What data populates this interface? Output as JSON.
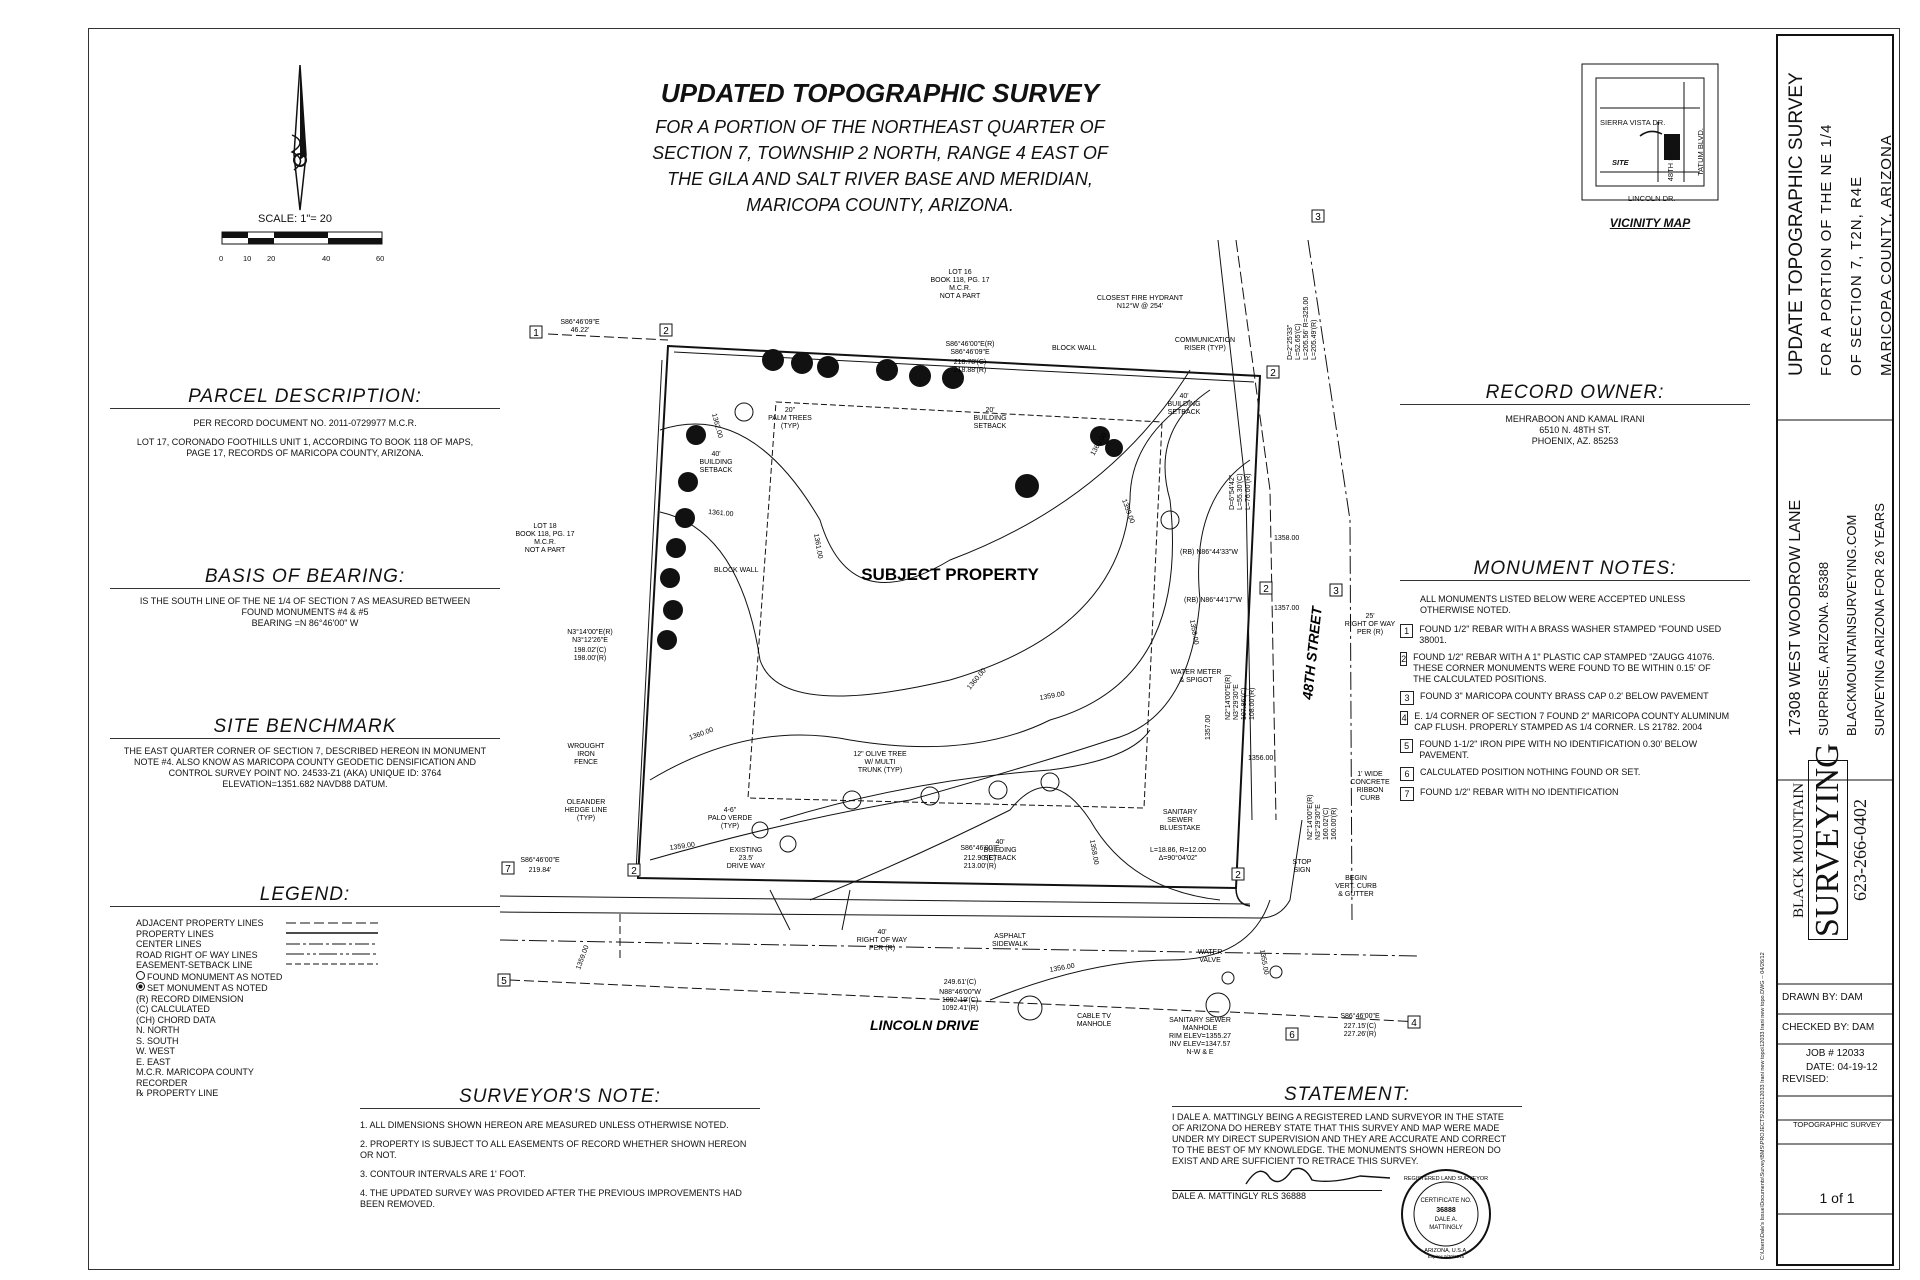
{
  "title": {
    "main": "UPDATED TOPOGRAPHIC SURVEY",
    "lines": [
      "FOR A PORTION OF THE NORTHEAST QUARTER OF",
      "SECTION 7, TOWNSHIP 2 NORTH, RANGE 4 EAST OF",
      "THE GILA AND SALT RIVER BASE AND MERIDIAN,",
      "MARICOPA COUNTY, ARIZONA."
    ]
  },
  "scale": {
    "label": "SCALE: 1\"= 20",
    "ticks": [
      "0",
      "10",
      "20",
      "40",
      "60"
    ]
  },
  "vicinity_map": {
    "caption": "VICINITY MAP",
    "labels": [
      "SIERRA VISTA DR.",
      "SITE",
      "LINCOLN DR.",
      "TATUM BLVD.",
      "48TH ST."
    ]
  },
  "parcel_description": {
    "heading": "PARCEL DESCRIPTION:",
    "lines": [
      "PER RECORD DOCUMENT NO. 2011-0729977 M.C.R.",
      "LOT 17, CORONADO FOOTHILLS UNIT 1, ACCORDING TO BOOK 118 OF MAPS,",
      "PAGE 17, RECORDS OF MARICOPA COUNTY, ARIZONA."
    ]
  },
  "basis_of_bearing": {
    "heading": "BASIS OF BEARING:",
    "lines": [
      "IS THE SOUTH LINE OF THE NE 1/4 OF SECTION 7 AS MEASURED BETWEEN",
      "FOUND MONUMENTS #4 & #5",
      "BEARING =N 86°46'00\" W"
    ]
  },
  "site_benchmark": {
    "heading": "SITE BENCHMARK",
    "lines": [
      "THE EAST QUARTER CORNER OF SECTION 7, DESCRIBED HEREON IN MONUMENT",
      "NOTE #4. ALSO KNOW AS MARICOPA COUNTY GEODETIC DENSIFICATION AND",
      "CONTROL SURVEY POINT NO. 24533-Z1 (AKA) UNIQUE ID: 3764",
      "ELEVATION=1351.682 NAVD88 DATUM."
    ]
  },
  "legend": {
    "heading": "LEGEND:",
    "items": [
      "ADJACENT PROPERTY LINES",
      "PROPERTY LINES",
      "CENTER LINES",
      "ROAD RIGHT OF WAY LINES",
      "EASEMENT-SETBACK LINE",
      "FOUND MONUMENT AS NOTED",
      "SET MONUMENT AS NOTED",
      "(R)   RECORD DIMENSION",
      "(C)   CALCULATED",
      "(CH) CHORD DATA",
      "N.     NORTH",
      "S.     SOUTH",
      "W.    WEST",
      "E.     EAST",
      "M.C.R.  MARICOPA COUNTY RECORDER",
      "℞     PROPERTY LINE"
    ]
  },
  "record_owner": {
    "heading": "RECORD OWNER:",
    "lines": [
      "MEHRABOON AND KAMAL IRANI",
      "6510 N. 48TH ST.",
      "PHOENIX, AZ. 85253"
    ]
  },
  "monument_notes": {
    "heading": "MONUMENT NOTES:",
    "intro": "ALL MONUMENTS LISTED BELOW WERE ACCEPTED UNLESS OTHERWISE NOTED.",
    "items": [
      {
        "num": "1",
        "text": "FOUND 1/2\" REBAR WITH A BRASS WASHER STAMPED \"FOUND USED 38001."
      },
      {
        "num": "2",
        "text": "FOUND 1/2\" REBAR WITH A 1\" PLASTIC CAP STAMPED \"ZAUGG 41076. THESE CORNER MONUMENTS WERE FOUND TO BE WITHIN 0.15' OF THE CALCULATED POSITIONS."
      },
      {
        "num": "3",
        "text": "FOUND 3\" MARICOPA COUNTY BRASS CAP 0.2' BELOW PAVEMENT"
      },
      {
        "num": "4",
        "text": "E. 1/4  CORNER OF SECTION 7 FOUND 2\" MARICOPA COUNTY ALUMINUM CAP FLUSH. PROPERLY STAMPED AS 1/4 CORNER. LS 21782. 2004"
      },
      {
        "num": "5",
        "text": "FOUND 1-1/2\" IRON PIPE WITH NO IDENTIFICATION 0.30' BELOW PAVEMENT."
      },
      {
        "num": "6",
        "text": "CALCULATED POSITION NOTHING FOUND OR SET."
      },
      {
        "num": "7",
        "text": "FOUND 1/2\" REBAR WITH NO IDENTIFICATION"
      }
    ]
  },
  "surveyors_note": {
    "heading": "SURVEYOR'S NOTE:",
    "items": [
      "1. ALL DIMENSIONS SHOWN HEREON ARE MEASURED UNLESS OTHERWISE NOTED.",
      "2. PROPERTY IS SUBJECT TO ALL EASEMENTS OF RECORD WHETHER SHOWN HEREON OR NOT.",
      "3. CONTOUR INTERVALS ARE 1' FOOT.",
      "4. THE UPDATED SURVEY WAS PROVIDED AFTER THE PREVIOUS IMPROVEMENTS HAD BEEN REMOVED."
    ]
  },
  "statement": {
    "heading": "STATEMENT:",
    "text": "I DALE A. MATTINGLY BEING A REGISTERED LAND SURVEYOR IN THE STATE OF ARIZONA DO HEREBY STATE THAT THIS SURVEY AND MAP WERE MADE UNDER MY DIRECT SUPERVISION AND THEY ARE ACCURATE AND CORRECT TO THE BEST OF MY KNOWLEDGE. THE MONUMENTS SHOWN HEREON DO EXIST AND ARE SUFFICIENT TO RETRACE THIS SURVEY.",
    "signer": "DALE A. MATTINGLY RLS 36888",
    "seal": [
      "REGISTERED LAND SURVEYOR",
      "CERTIFICATE NO.",
      "36888",
      "DALE A.",
      "MATTINGLY",
      "ARIZONA, U.S.A.",
      "Expires 9/30/2015"
    ]
  },
  "plan": {
    "subject": "SUBJECT PROPERTY",
    "street_east": "48TH STREET",
    "street_south": "LINCOLN DRIVE",
    "labels": {
      "lot16": [
        "LOT 16",
        "BOOK 118, PG. 17",
        "M.C.R.",
        "NOT A PART"
      ],
      "lot18": [
        "LOT 18",
        "BOOK 118, PG. 17",
        "M.C.R.",
        "NOT A PART"
      ],
      "fire_hydrant": [
        "CLOSEST FIRE HYDRANT",
        "N12°W @ 254'"
      ],
      "comm_riser": [
        "COMMUNICATION",
        "RISER (TYP)"
      ],
      "block_wall_n": "BLOCK WALL",
      "block_wall_w": "BLOCK WALL",
      "palm_trees": [
        "20\"",
        "PALM TREES",
        "(TYP)"
      ],
      "setback_n": [
        "20'",
        "BUILDING",
        "SETBACK"
      ],
      "setback_w": [
        "40'",
        "BUILDING",
        "SETBACK"
      ],
      "setback_e": [
        "40'",
        "BUILDING",
        "SETBACK"
      ],
      "setback_s": [
        "40'",
        "BUILDING",
        "SETBACK"
      ],
      "row_e": [
        "25'",
        "RIGHT OF WAY",
        "PER (R)"
      ],
      "row_s": [
        "40'",
        "RIGHT OF WAY",
        "PER (R)"
      ],
      "water_meter": [
        "WATER METER",
        "& SPIGOT"
      ],
      "olive_tree": [
        "12\" OLIVE TREE",
        "W/ MULTI",
        "TRUNK (TYP)"
      ],
      "palo_verde": [
        "4-6\"",
        "PALO VERDE",
        "(TYP)"
      ],
      "wrought_iron": [
        "WROUGHT",
        "IRON",
        "FENCE"
      ],
      "oleander": [
        "OLEANDER",
        "HEDGE LINE",
        "(TYP)"
      ],
      "driveway": [
        "EXISTING",
        "23.5'",
        "DRIVE WAY"
      ],
      "sewer_bluestake": [
        "SANITARY",
        "SEWER",
        "BLUESTAKE"
      ],
      "curb": [
        "1' WIDE",
        "CONCRETE",
        "RIBBON",
        "CURB"
      ],
      "stop_sign": [
        "STOP",
        "SIGN"
      ],
      "begin_curb": [
        "BEGIN",
        "VERT. CURB",
        "& GUTTER"
      ],
      "asphalt": [
        "ASPHALT",
        "SIDEWALK"
      ],
      "water_valve": [
        "WATER",
        "VALVE"
      ],
      "cable_tv": [
        "CABLE TV",
        "MANHOLE"
      ],
      "sewer_manhole": [
        "SANITARY SEWER",
        "MANHOLE",
        "RIM ELEV=1355.27",
        "INV ELEV=1347.57",
        "N-W & E"
      ],
      "curve": [
        "L=18.86, R=12.00",
        "Δ=90°04'02\""
      ],
      "bearing_n1": [
        "S86°46'09\"E",
        "46.22'"
      ],
      "bearing_n2": [
        "S86°46'00\"E(R)",
        "S86°46'09\"E",
        "218.78'(C)",
        "218.88'(R)"
      ],
      "bearing_w": [
        "N3°14'00\"E(R)",
        "N3°12'26\"E",
        "198.02'(C)",
        "198.00'(R)"
      ],
      "bearing_s": [
        "S86°46'00\"E",
        "212.90'(C)",
        "213.00'(R)"
      ],
      "bearing_s7": [
        "S86°46'00\"E",
        "219.84'"
      ],
      "bearing_sb": [
        "249.61'(C)",
        "N88°46'00\"W",
        "1092.19'(C)",
        "1092.41'(R)"
      ],
      "bearing_se": [
        "S86°46'00\"E",
        "227.15'(C)",
        "227.26'(R)"
      ],
      "bearing_e": [
        "N2°14'00\"E(R)",
        "N3°29'30\"E",
        "107.86'(C)",
        "108.00'(R)"
      ],
      "bearing_e2": [
        "N2°14'00\"E(R)",
        "N3°29'30\"E",
        "160.02'(C)",
        "160.00'(R)"
      ],
      "rb1": "(RB) N86°44'33\"W",
      "rb2": "(RB) N86°44'17\"W",
      "curve_e": [
        "D=6°54'42\"",
        "L=55.30'(C)",
        "L=76.00'(R)"
      ],
      "curve_e2": [
        "D=2°25'33\"",
        "L=52.65'(C)",
        "L=205.56' R=325.00",
        "L=205.49'(R)"
      ]
    },
    "contours": [
      "1362.00",
      "1361.00",
      "1360.00",
      "1359.00",
      "1358.00",
      "1357.00",
      "1356.00",
      "1355.00",
      "1360.00",
      "1359.00",
      "1358.00"
    ]
  },
  "title_block": {
    "project_title": [
      "UPDATE TOPOGRAPHIC SURVEY",
      "FOR A PORTION OF THE NE 1/4",
      "OF SECTION 7, T2N, R4E",
      "MARICOPA COUNTY, ARIZONA"
    ],
    "company_address": [
      "17308 WEST WOODROW LANE",
      "SURPRISE, ARIZONA. 85388",
      "BLACKMOUNTAINSURVEYING.COM",
      "SURVEYING ARIZONA FOR 26 YEARS"
    ],
    "logo": [
      "BLACK MOUNTAIN",
      "SURVEYING",
      "623-266-0402"
    ],
    "drawn_by": "DRAWN BY: DAM",
    "checked_by": "CHECKED BY: DAM",
    "job": "JOB # 12033",
    "date": "DATE: 04-19-12",
    "revised": "REVISED:",
    "sheet_title": "TOPOGRAPHIC SURVEY",
    "sheet": "1 of 1",
    "file_path": "C:\\Users\\Dale's Issue\\Documents\\Survey\\BMS\\PROJECTS\\2012\\12033 Irani new topo\\12033 Irani new topo.DWG -- 04/26/12"
  }
}
